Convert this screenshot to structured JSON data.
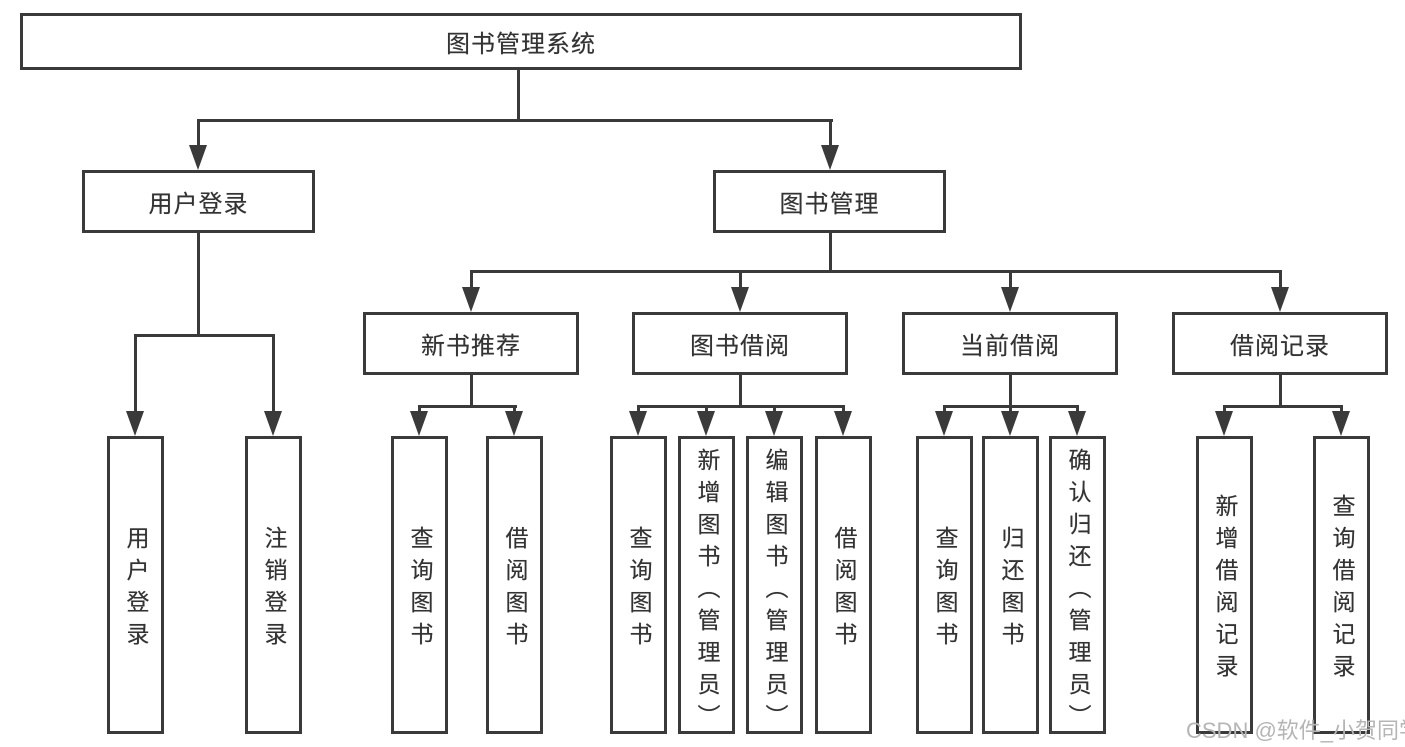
{
  "diagram": {
    "title": "图书管理系统",
    "root": {
      "label": "图书管理系统"
    },
    "level2": [
      {
        "id": "user-login",
        "label": "用户登录"
      },
      {
        "id": "book-management",
        "label": "图书管理"
      }
    ],
    "level3": [
      {
        "id": "new-book-recommend",
        "label": "新书推荐"
      },
      {
        "id": "book-borrow",
        "label": "图书借阅"
      },
      {
        "id": "current-borrow",
        "label": "当前借阅"
      },
      {
        "id": "borrow-record",
        "label": "借阅记录"
      }
    ],
    "leaves": {
      "user_login": [
        {
          "label": "用户登录"
        },
        {
          "label": "注销登录"
        }
      ],
      "new_book": [
        {
          "label": "查询图书"
        },
        {
          "label": "借阅图书"
        }
      ],
      "book_borrow": [
        {
          "label": "查询图书"
        },
        {
          "label": "新增图书（管理员）"
        },
        {
          "label": "编辑图书（管理员）"
        },
        {
          "label": "借阅图书"
        }
      ],
      "current_borrow": [
        {
          "label": "查询图书"
        },
        {
          "label": "归还图书"
        },
        {
          "label": "确认归还（管理员）"
        }
      ],
      "borrow_record": [
        {
          "label": "新增借阅记录"
        },
        {
          "label": "查询借阅记录"
        }
      ]
    },
    "watermark": "CSDN @软件_小贺同学",
    "colors": {
      "line": "#3a3a3a",
      "text": "#333333",
      "background": "#ffffff",
      "watermark": "#b5b5b5"
    }
  }
}
